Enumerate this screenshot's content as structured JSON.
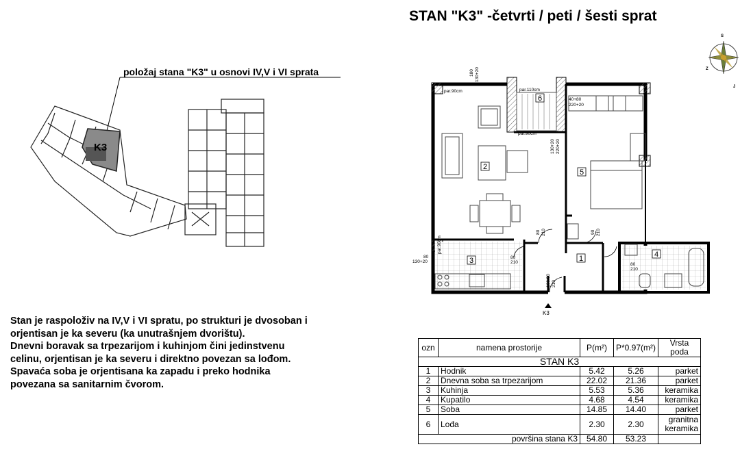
{
  "title": "STAN \"K3\" -četvrti / peti / šesti sprat",
  "position_label": "položaj stana \"K3\" u osnovi IV,V i VI sprata",
  "building_unit_label": "K3",
  "description_lines": [
    "Stan  je raspoloživ na IV,V i VI spratu, po strukturi je dvosoban i",
    "orjentisan je ka severu (ka unutrašnjem dvorištu).",
    "Dnevni boravak sa trpezarijom i kuhinjom čini jedinstvenu",
    "celinu, orjentisan je ka severu i direktno povezan sa lođom.",
    "Spavaća soba je  orjentisana ka zapadu i preko hodnika",
    "povezana sa sanitarnim čvorom."
  ],
  "compass": {
    "s": "S",
    "z": "Z",
    "j": "J"
  },
  "plan_labels": {
    "dim_top": "180",
    "dim_top2": "130+20",
    "parapet_left": "par.90cm",
    "parapet_loggia": "par.110cm",
    "parapet_mid": "par.90cm",
    "window_right": "40+80",
    "window_right2": "220+20",
    "door_vertical": "130+20",
    "door_vertical2": "220+20",
    "door_d1": "80",
    "door_d1b": "210",
    "door_d2": "90",
    "door_d2b": "210",
    "door_k": "80",
    "door_kb": "210",
    "door_bath": "80",
    "door_bathb": "210",
    "entry_dim": "100/30",
    "entry_dimb": "210",
    "left_dim": "80",
    "left_dim2": "130+20",
    "kitchen_par": "par.90cm",
    "entry_mark": "K3"
  },
  "rooms_on_plan": [
    "1",
    "2",
    "3",
    "4",
    "5",
    "6"
  ],
  "table": {
    "headers": [
      "ozn",
      "namena prostorije",
      "P(m²)",
      "P*0.97(m²)",
      "Vrsta poda"
    ],
    "section": "STAN K3",
    "rows": [
      {
        "ozn": "1",
        "name": "Hodnik",
        "p": "5.42",
        "pk": "5.26",
        "floor": "parket"
      },
      {
        "ozn": "2",
        "name": "Dnevna soba sa trpezarijom",
        "p": "22.02",
        "pk": "21.36",
        "floor": "parket"
      },
      {
        "ozn": "3",
        "name": "Kuhinja",
        "p": "5.53",
        "pk": "5.36",
        "floor": "keramika"
      },
      {
        "ozn": "4",
        "name": "Kupatilo",
        "p": "4.68",
        "pk": "4.54",
        "floor": "keramika"
      },
      {
        "ozn": "5",
        "name": "Soba",
        "p": "14.85",
        "pk": "14.40",
        "floor": "parket"
      },
      {
        "ozn": "6",
        "name": "Lođa",
        "p": "2.30",
        "pk": "2.30",
        "floor": "granitna",
        "floor2": "keramika"
      }
    ],
    "total_label": "površina stana K3",
    "total_p": "54.80",
    "total_pk": "53.23"
  }
}
